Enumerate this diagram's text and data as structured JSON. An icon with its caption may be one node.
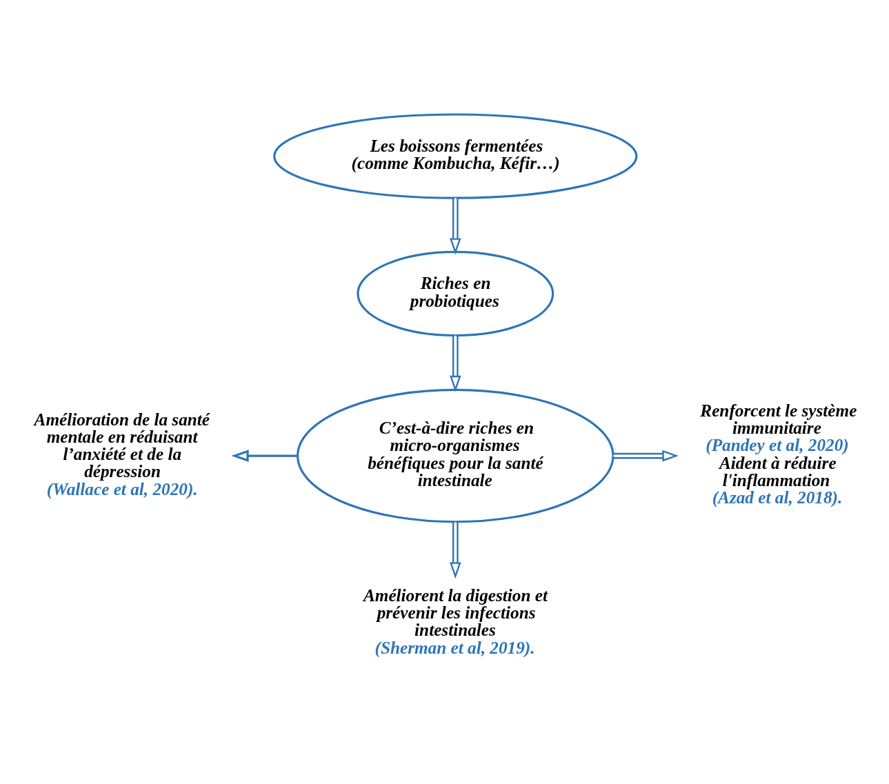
{
  "diagram": {
    "nodes": [
      {
        "text": [
          "Les boissons fermentées (comme Kombucha, Kéfir…)"
        ]
      },
      {
        "text": [
          "Riches en probiotiques"
        ]
      },
      {
        "text": [
          "C’est-à-dire riches en micro-organismes bénéfiques pour la santé intestinale"
        ]
      },
      {
        "text": [
          "Amélioration de la santé mentale en réduisant l’anxiété et de la dépression",
          "(Wallace et al, 2020)."
        ]
      },
      {
        "text": [
          "Renforcent le système immunitaire",
          "(Pandey et al, 2020)",
          "Aident à réduire l'inflammation",
          "(Azad et al, 2018)."
        ]
      },
      {
        "text": [
          "Améliorent la digestion et prévenir les infections intestinales",
          "(Sherman et al, 2019)."
        ]
      }
    ],
    "edges": [
      {
        "from": 0,
        "to": 1,
        "arrow": "to"
      },
      {
        "from": 1,
        "to": 2,
        "arrow": "to"
      },
      {
        "from": 2,
        "to": 3,
        "arrow": "to"
      },
      {
        "from": 2,
        "to": 4,
        "arrow": "to"
      },
      {
        "from": 2,
        "to": 5,
        "arrow": "to"
      }
    ]
  }
}
